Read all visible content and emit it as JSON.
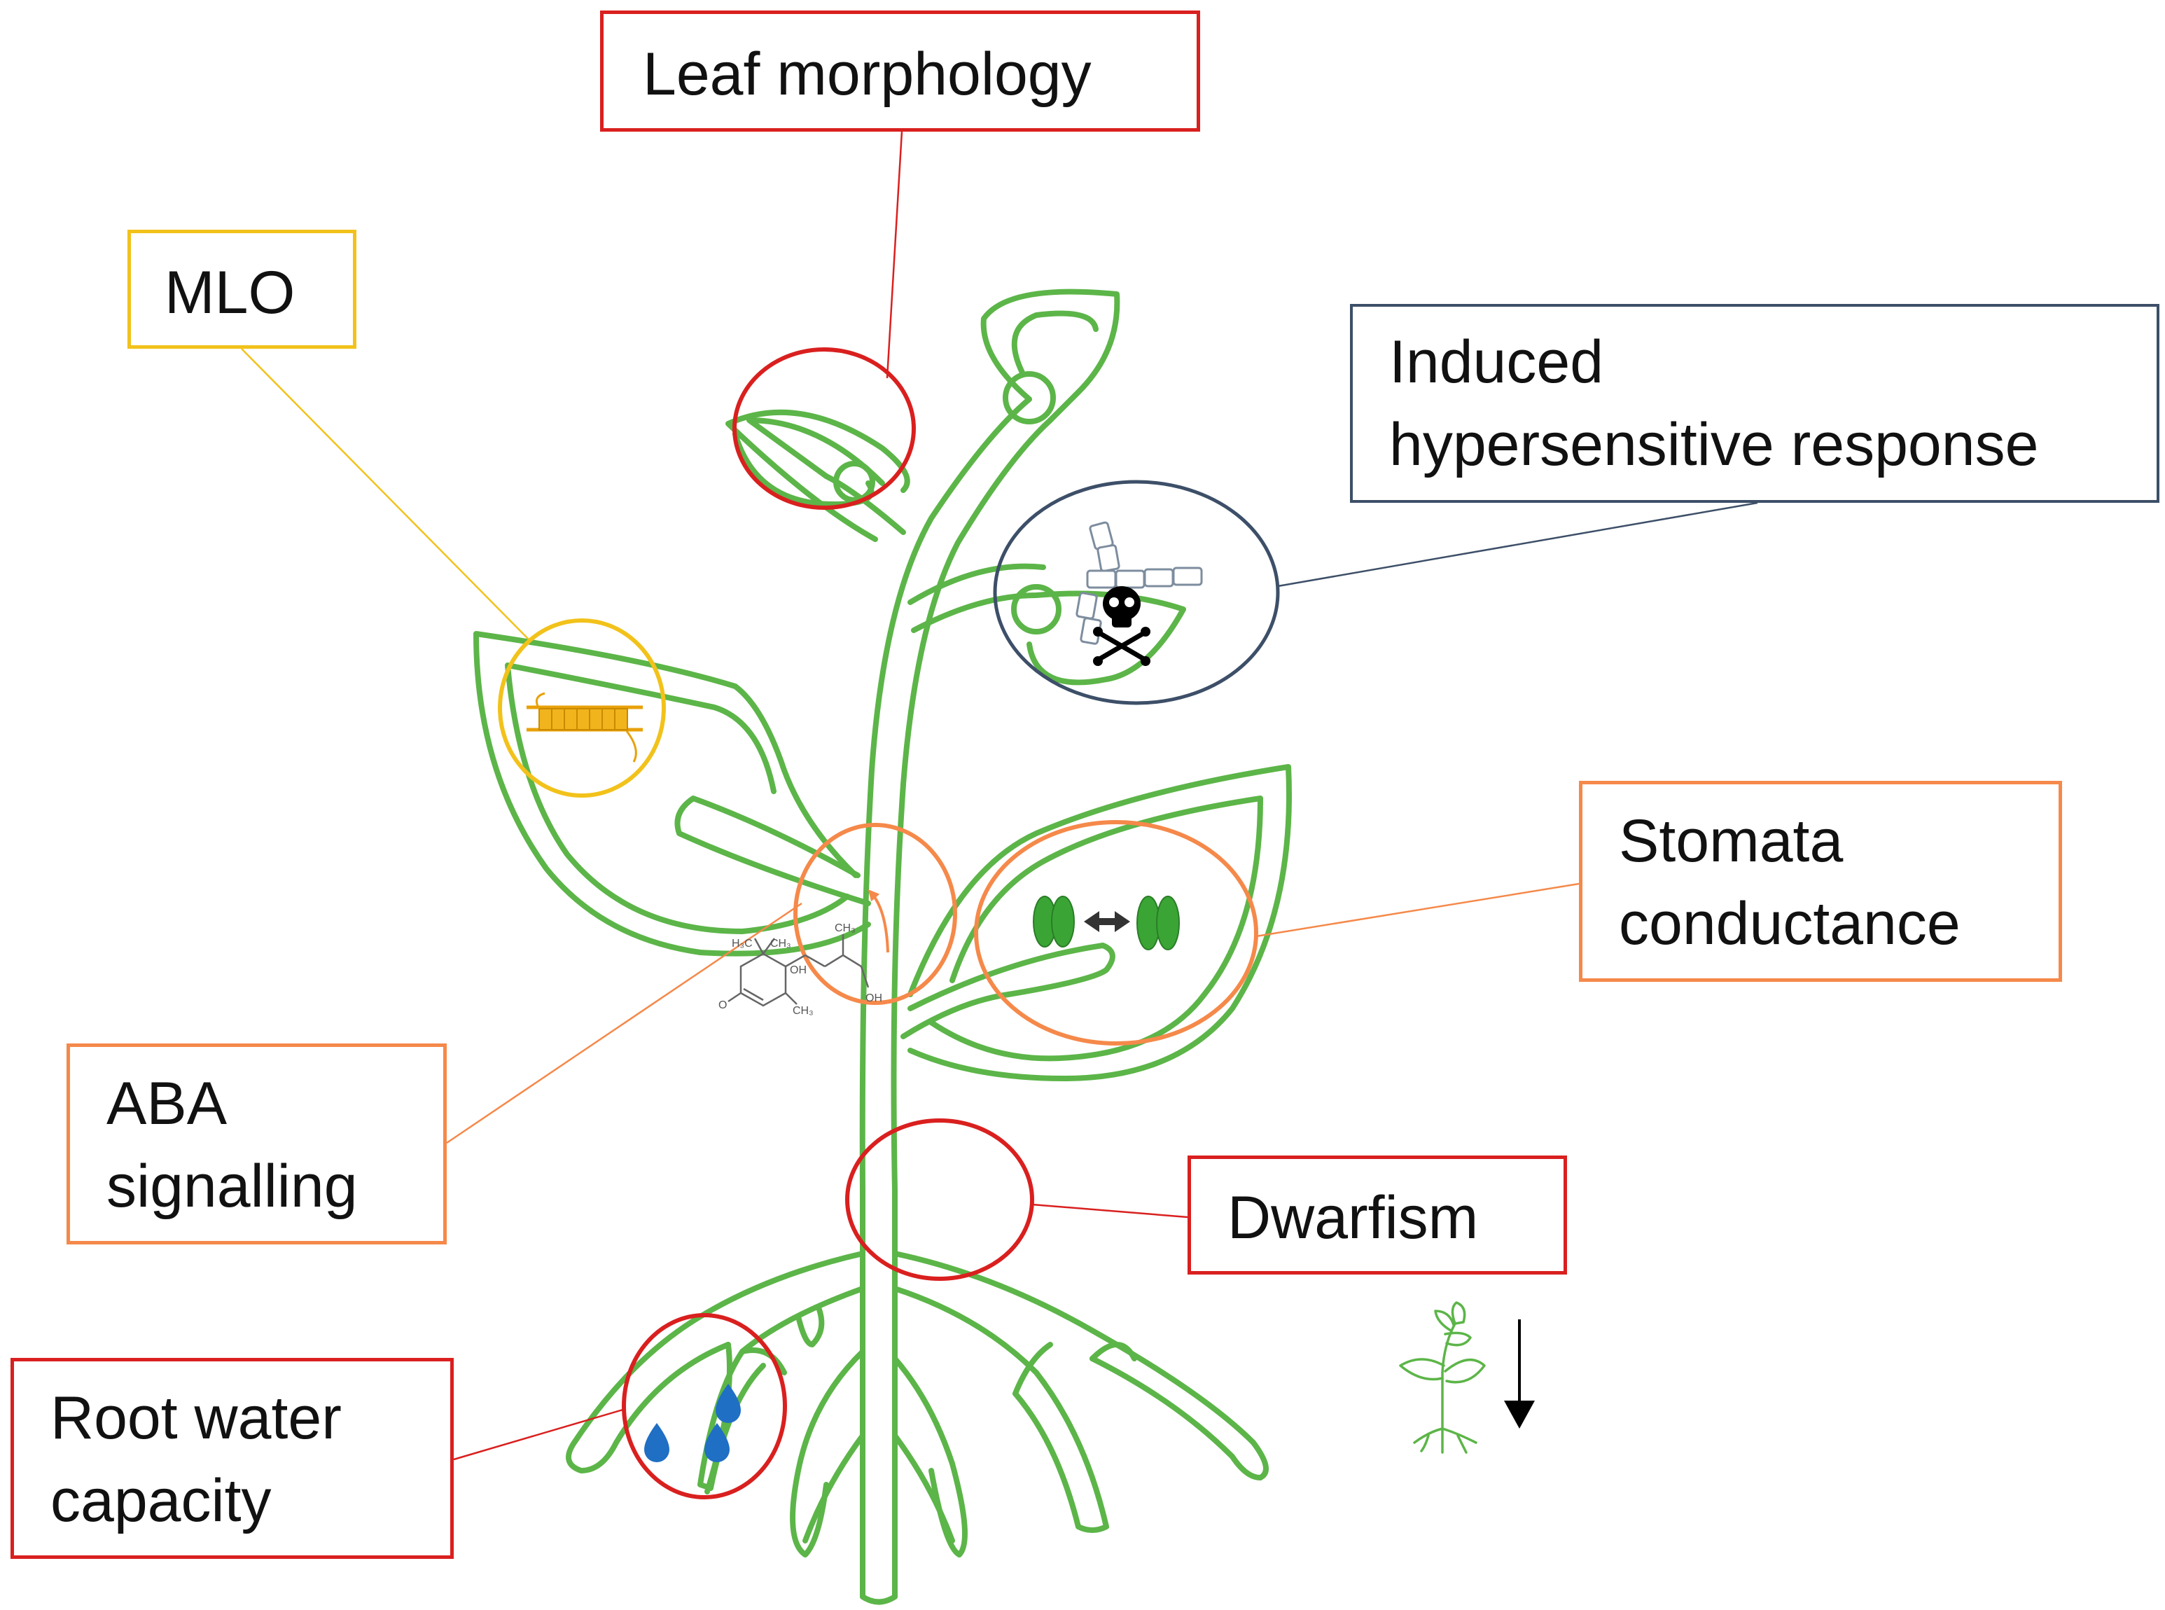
{
  "colors": {
    "plant": "#5cb548",
    "red": "#d9201f",
    "yellow": "#f2c21b",
    "orange": "#f5894a",
    "navy": "#3d4f68",
    "water": "#1f6fc4",
    "stomata": "#3aa535",
    "mlo": "#e8a10a"
  },
  "labels": {
    "leaf_morphology": {
      "lines": [
        "Leaf morphology"
      ],
      "color": "#d9201f"
    },
    "mlo": {
      "lines": [
        "MLO"
      ],
      "color": "#f2c21b"
    },
    "induced_hr": {
      "lines": [
        "Induced",
        "hypersensitive  response"
      ],
      "color": "#3d4f68"
    },
    "stomata": {
      "lines": [
        "Stomata",
        "conductance"
      ],
      "color": "#f5894a"
    },
    "aba": {
      "lines": [
        "ABA",
        "signalling"
      ],
      "color": "#f5894a"
    },
    "dwarfism": {
      "lines": [
        "Dwarfism"
      ],
      "color": "#d9201f"
    },
    "root_water": {
      "lines": [
        "Root water",
        "capacity"
      ],
      "color": "#d9201f"
    }
  },
  "molecule_labels": [
    "H₃C",
    "CH₃",
    "CH₃",
    "OH",
    "CH₃",
    "O",
    "OH"
  ],
  "icons": [
    "plant-outline-icon",
    "skull-crossbones-icon",
    "hyphae-icon",
    "mlo-protein-icon",
    "stomata-icon",
    "water-drop-icon",
    "aba-molecule-icon",
    "arrow-up-icon",
    "arrow-down-icon",
    "mini-plant-icon"
  ]
}
